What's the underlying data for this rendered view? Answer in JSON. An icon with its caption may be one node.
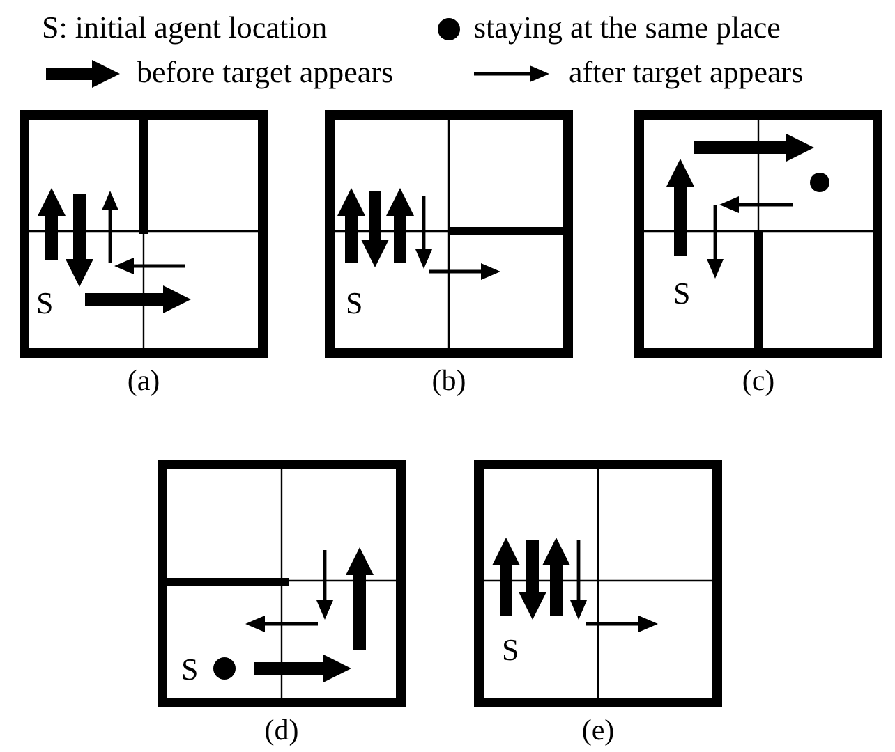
{
  "diagram": {
    "labels": [
      "S",
      "S",
      "S",
      "(a)",
      "(b)",
      "(c)",
      "S",
      "S",
      "(d)",
      "(e)"
    ],
    "legend": [
      {
        "text": "S: initial agent location"
      },
      {
        "text": "staying at the same place"
      },
      {
        "text": "before target appears"
      },
      {
        "text": "after target appears"
      }
    ]
  }
}
